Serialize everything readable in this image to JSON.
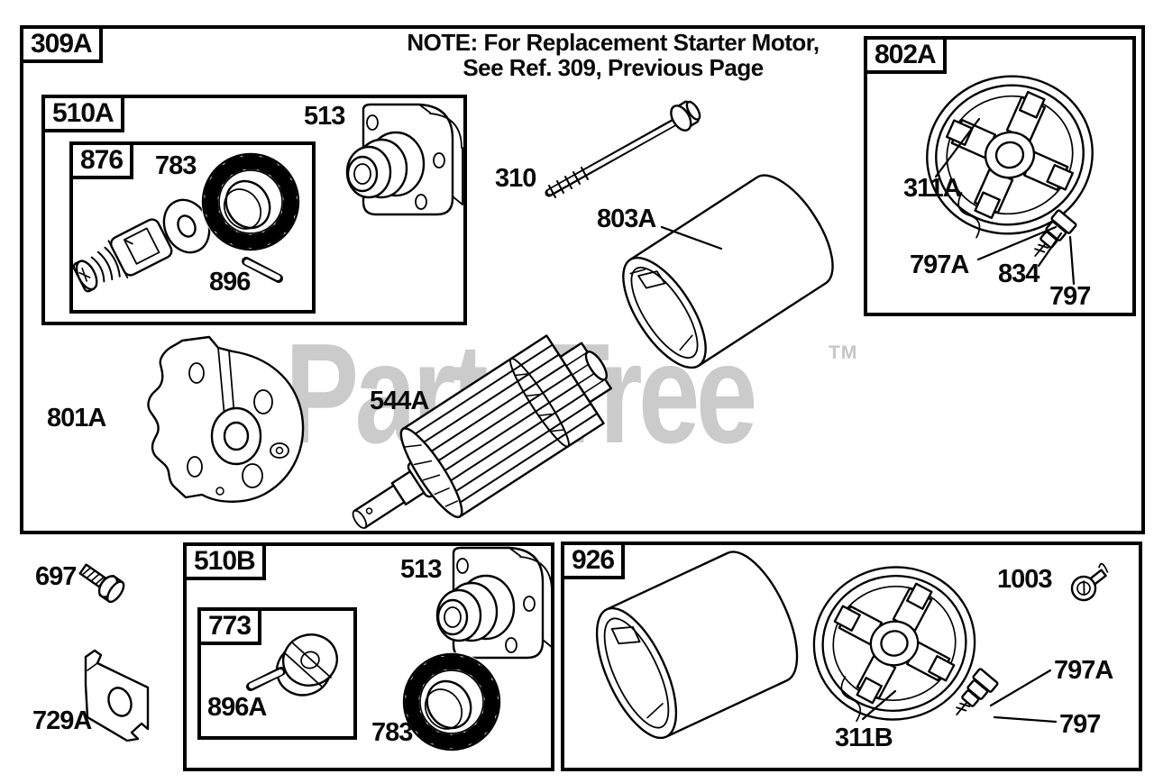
{
  "note": {
    "line1": "NOTE: For Replacement Starter Motor,",
    "line2": "See Ref. 309, Previous Page"
  },
  "watermark": {
    "text": "PartsTree",
    "tm": "TM",
    "color": "#cbcbcb"
  },
  "boxes": {
    "ref_309A": "309A",
    "ref_510A": "510A",
    "ref_876": "876",
    "ref_802A": "802A",
    "ref_510B": "510B",
    "ref_773": "773",
    "ref_926": "926"
  },
  "labels": {
    "p513_upper": "513",
    "p783_upper": "783",
    "p896": "896",
    "p310": "310",
    "p803A": "803A",
    "p311A": "311A",
    "p797A_upper": "797A",
    "p834": "834",
    "p797_upper": "797",
    "p801A": "801A",
    "p544A": "544A",
    "p697": "697",
    "p729A": "729A",
    "p513_lower": "513",
    "p896A": "896A",
    "p783_lower": "783",
    "p1003": "1003",
    "p797A_lower": "797A",
    "p797_lower": "797",
    "p311B": "311B"
  },
  "colors": {
    "line": "#000000",
    "background": "#ffffff"
  }
}
